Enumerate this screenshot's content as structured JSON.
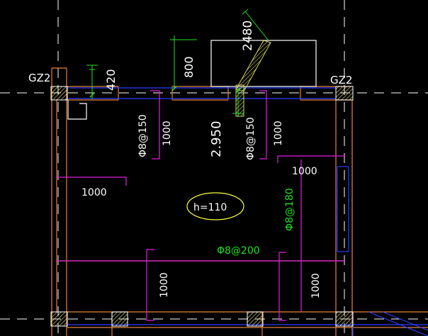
{
  "drawing": {
    "colors": {
      "background": "#000000",
      "wall_orange": "#e8823a",
      "beam_blue": "#2a3cff",
      "rebar_magenta": "#e020e0",
      "dimension_green": "#20e020",
      "text_white": "#ffffff",
      "annotation_yellow": "#ffff40",
      "axis_white": "#ffffff"
    },
    "labels": {
      "column_left": "GZ2",
      "column_right": "GZ2",
      "slab_thickness": "h=110",
      "dim_420": "420",
      "dim_800": "800",
      "dim_2480": "2480",
      "dim_2950": "2.950",
      "rebar_top_left": "Φ8@150",
      "rebar_top_mid": "Φ8@150",
      "rebar_right": "Φ8@180",
      "rebar_bottom": "Φ8@200",
      "len_top_left": "1000",
      "len_top_mid": "1000",
      "len_left": "1000",
      "len_right_top": "1000",
      "len_bottom_left": "1000",
      "len_bottom_right": "1000"
    },
    "icons": {
      "column_hatch": "hatched-column-icon",
      "stair_hatch": "hatched-stair-icon"
    }
  }
}
